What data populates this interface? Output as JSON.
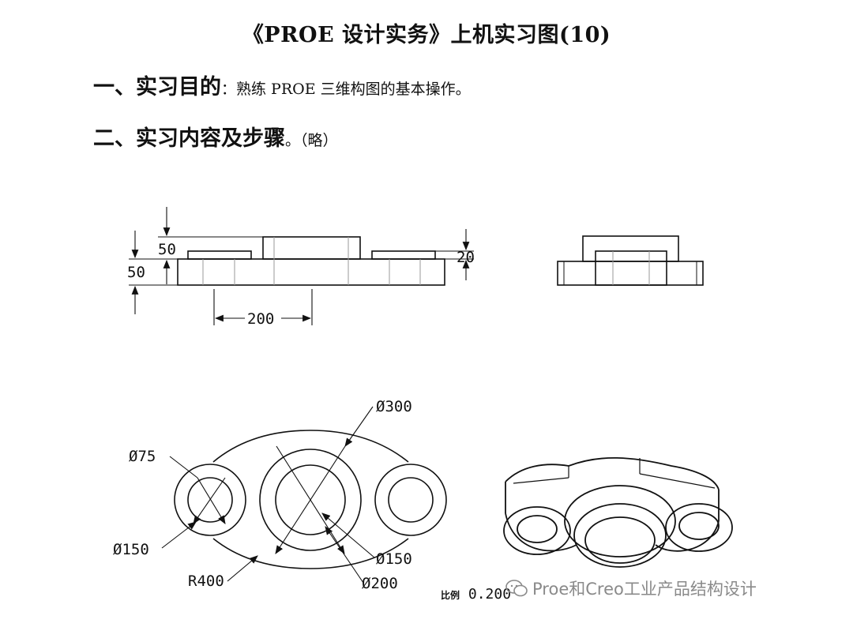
{
  "title": "《PROE 设计实务》上机实习图(10)",
  "section1": {
    "heading": "一、实习目的",
    "sep": "：",
    "text": "熟练 PROE 三维构图的基本操作。"
  },
  "section2": {
    "heading": "二、实习内容及步骤",
    "sep": "。",
    "text": "（略）"
  },
  "dims": {
    "front_top_50": "50",
    "front_left_50": "50",
    "front_right_20": "20",
    "front_width_200": "200",
    "dia_300": "Ø300",
    "dia_75": "Ø75",
    "dia_150_left": "Ø150",
    "dia_150_right": "Ø150",
    "dia_200": "Ø200",
    "radius_400": "R400"
  },
  "scale": {
    "label": "比例",
    "value": "0.200"
  },
  "watermark": "Proe和Creo工业产品结构设计"
}
